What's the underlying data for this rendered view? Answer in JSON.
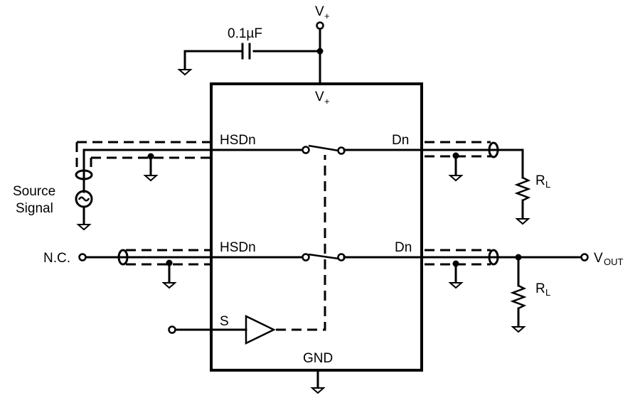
{
  "diagram": {
    "type": "circuit-schematic",
    "description": "Analog switch test circuit with shielded coax lines",
    "labels": {
      "supply_top": "V",
      "supply_top_sub": "+",
      "supply_pin": "V",
      "supply_pin_sub": "+",
      "capacitor": "0.1µF",
      "hsd_top": "HSDn",
      "d_top": "Dn",
      "hsd_bottom": "HSDn",
      "d_bottom": "Dn",
      "source_line1": "Source",
      "source_line2": "Signal",
      "nc": "N.C.",
      "rl_top": "R",
      "rl_top_sub": "L",
      "rl_bottom": "R",
      "rl_bottom_sub": "L",
      "vout": "V",
      "vout_sub": "OUT",
      "select": "S",
      "gnd": "GND"
    },
    "colors": {
      "line": "#000000",
      "background": "#ffffff"
    }
  }
}
